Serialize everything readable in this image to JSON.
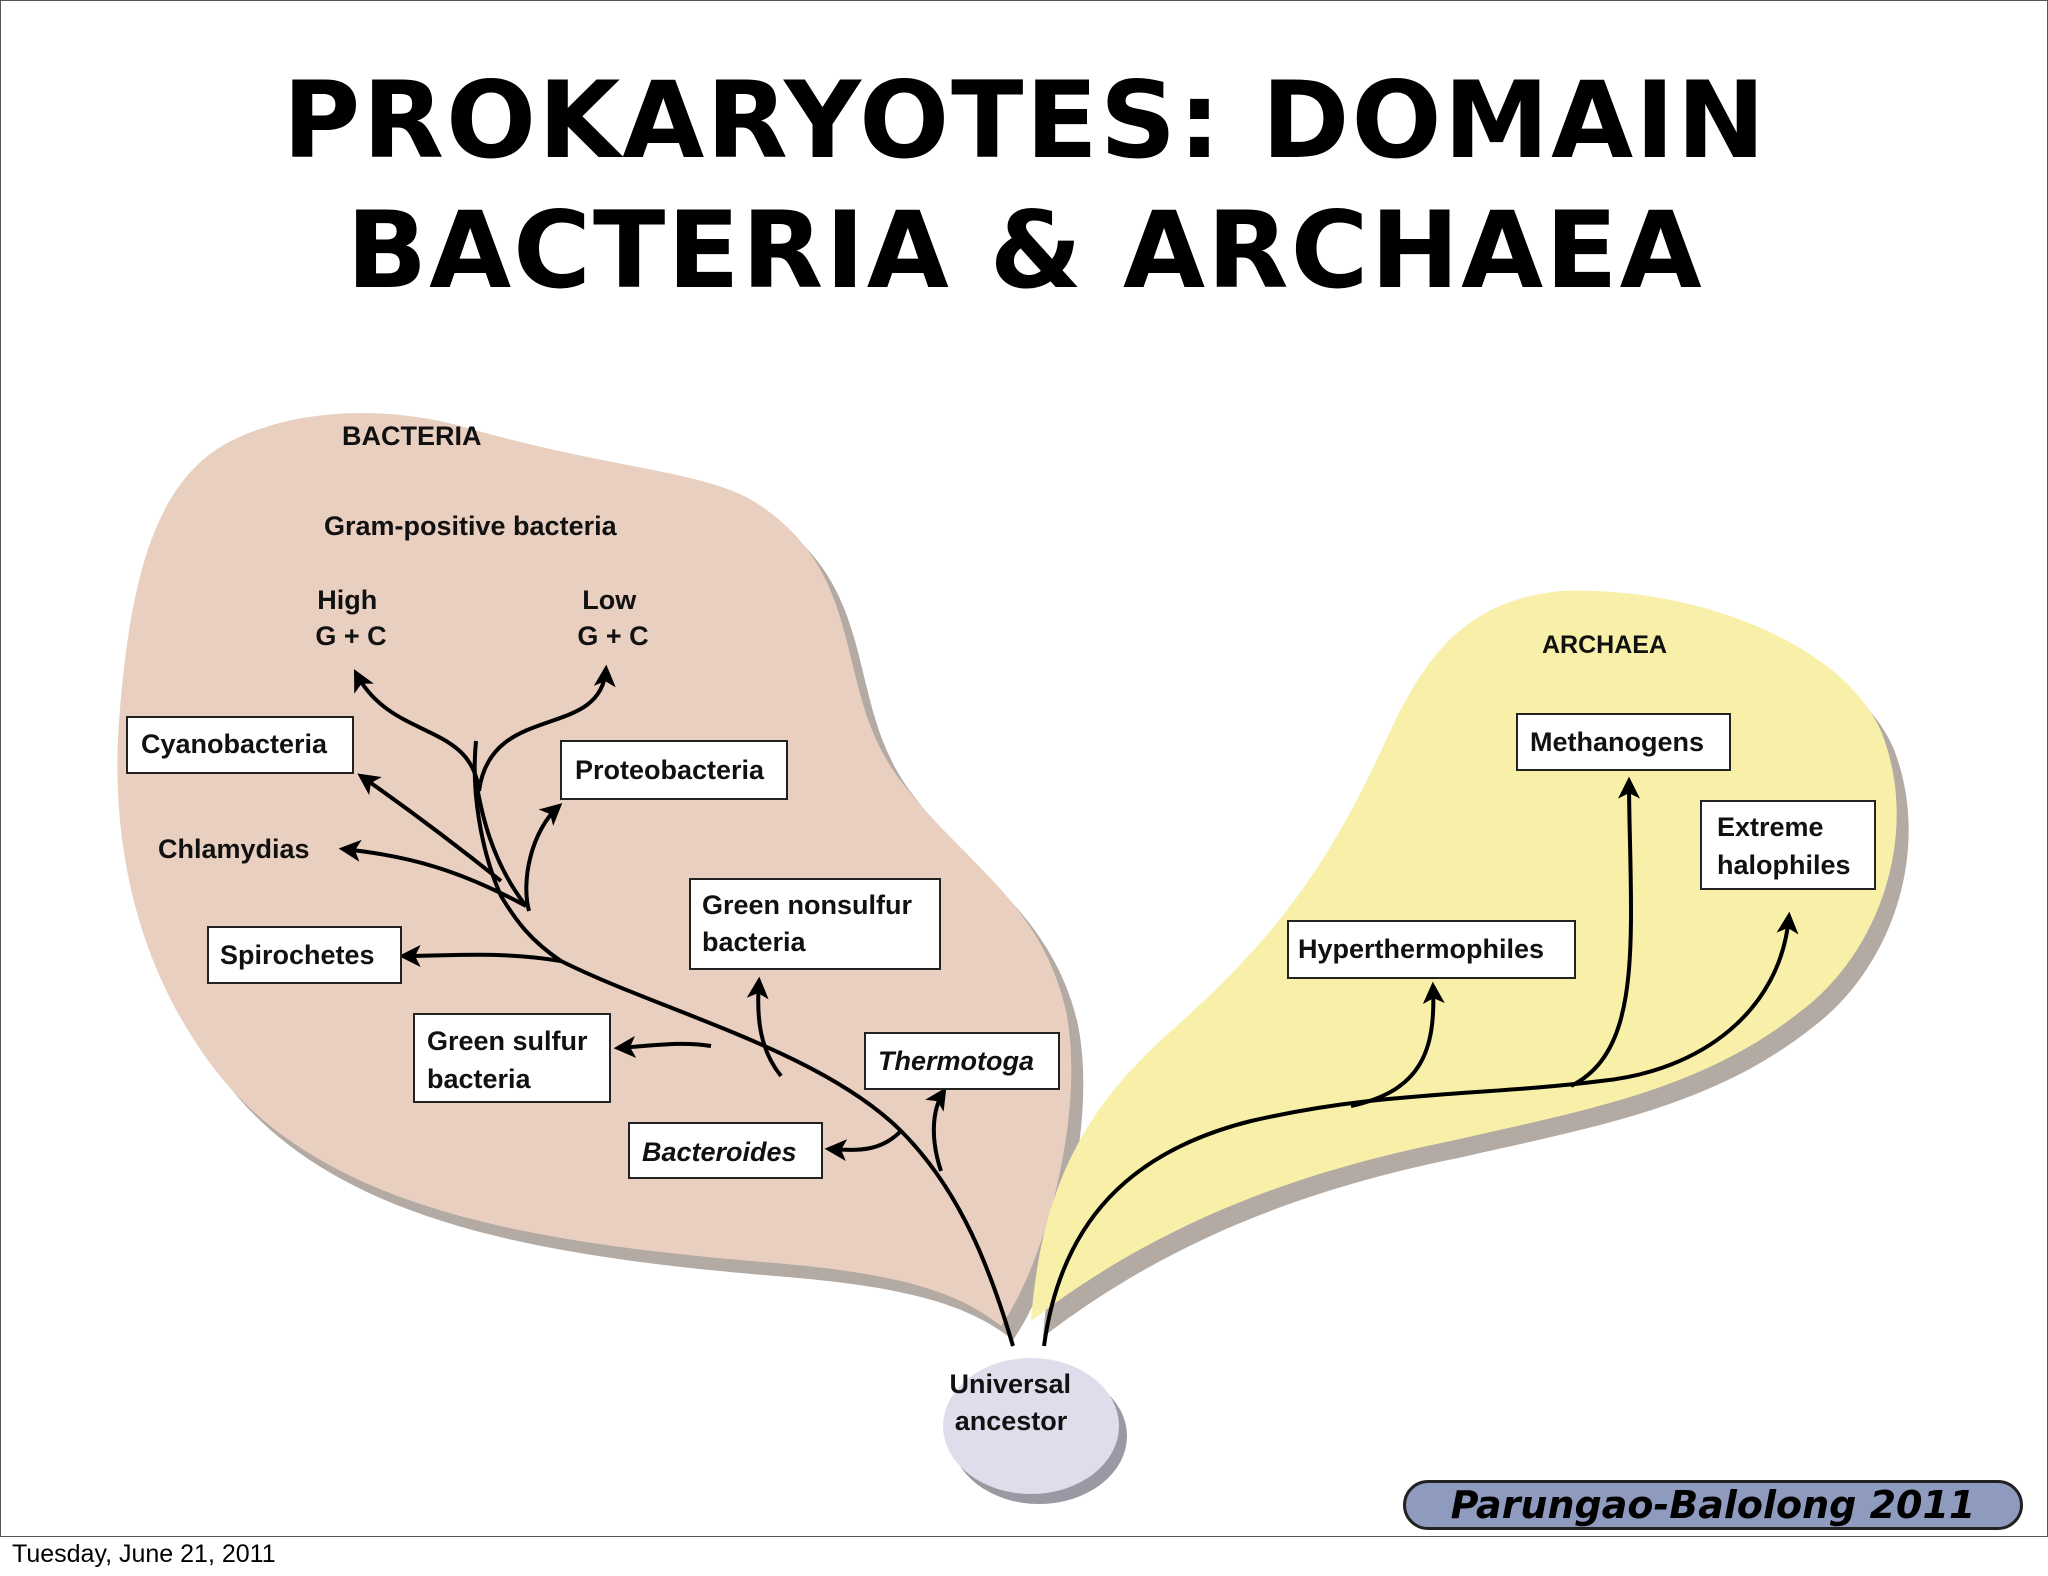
{
  "slide": {
    "title_line1": "PROKARYOTES: DOMAIN",
    "title_line2": "BACTERIA & ARCHAEA",
    "credit": "Parungao-Balolong 2011",
    "date": "Tuesday, June 21, 2011"
  },
  "diagram": {
    "bacteria_label": "BACTERIA",
    "archaea_label": "ARCHAEA",
    "gram_positive_label": "Gram-positive bacteria",
    "high_gc": [
      "High",
      "G + C"
    ],
    "low_gc": [
      "Low",
      "G + C"
    ],
    "cyanobacteria": "Cyanobacteria",
    "proteobacteria": "Proteobacteria",
    "chlamydias": "Chlamydias",
    "spirochetes": "Spirochetes",
    "green_nonsulfur": [
      "Green nonsulfur",
      "bacteria"
    ],
    "green_sulfur": [
      "Green sulfur",
      "bacteria"
    ],
    "thermotoga": "Thermotoga",
    "bacteroides": "Bacteroides",
    "methanogens": "Methanogens",
    "extreme_halophiles": [
      "Extreme",
      "halophiles"
    ],
    "hyperthermophiles": "Hyperthermophiles",
    "universal_ancestor": [
      "Universal",
      "ancestor"
    ]
  },
  "colors": {
    "bacteria_fill": "#e9cfc0",
    "archaea_fill": "#f8f0a8",
    "shadow": "#b3aaa4",
    "ancestor_fill": "#e1dcec",
    "credit_fill": "#8e9bbe"
  }
}
